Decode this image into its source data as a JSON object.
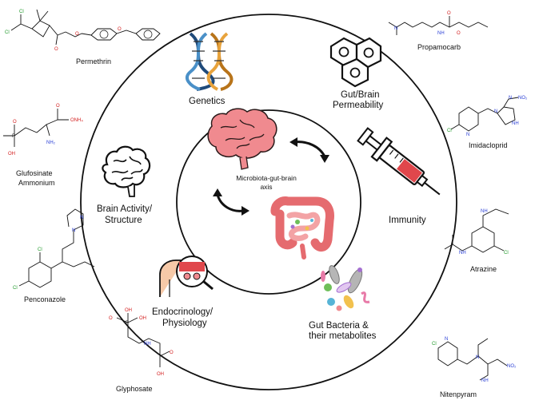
{
  "diagram": {
    "center_label_line1": "Microbiota-gut-brain",
    "center_label_line2": "axis",
    "ring_items": {
      "genetics": "Genetics",
      "gut_brain_line1": "Gut/Brain",
      "gut_brain_line2": "Permeability",
      "immunity": "Immunity",
      "gut_bacteria_line1": "Gut Bacteria &",
      "gut_bacteria_line2": "their metabolites",
      "endocrinology_line1": "Endocrinology/",
      "endocrinology_line2": "Physiology",
      "brain_activity_line1": "Brain Activity/",
      "brain_activity_line2": "Structure"
    },
    "pesticides": {
      "permethrin": "Permethrin",
      "propamocarb": "Propamocarb",
      "imidacloprid": "Imidacloprid",
      "glufosinate_line1": "Glufosinate",
      "glufosinate_line2": "Ammonium",
      "atrazine": "Atrazine",
      "penconazole": "Penconazole",
      "glyphosate": "Glyphosate",
      "nitenpyram": "Nitenpyram"
    },
    "atoms": {
      "cl": "Cl",
      "o": "O",
      "oh": "OH",
      "n": "N",
      "nh": "NH",
      "nh2": "NH₂",
      "onh4": "ONH₄",
      "no2": "NO₂",
      "p": "P"
    }
  }
}
